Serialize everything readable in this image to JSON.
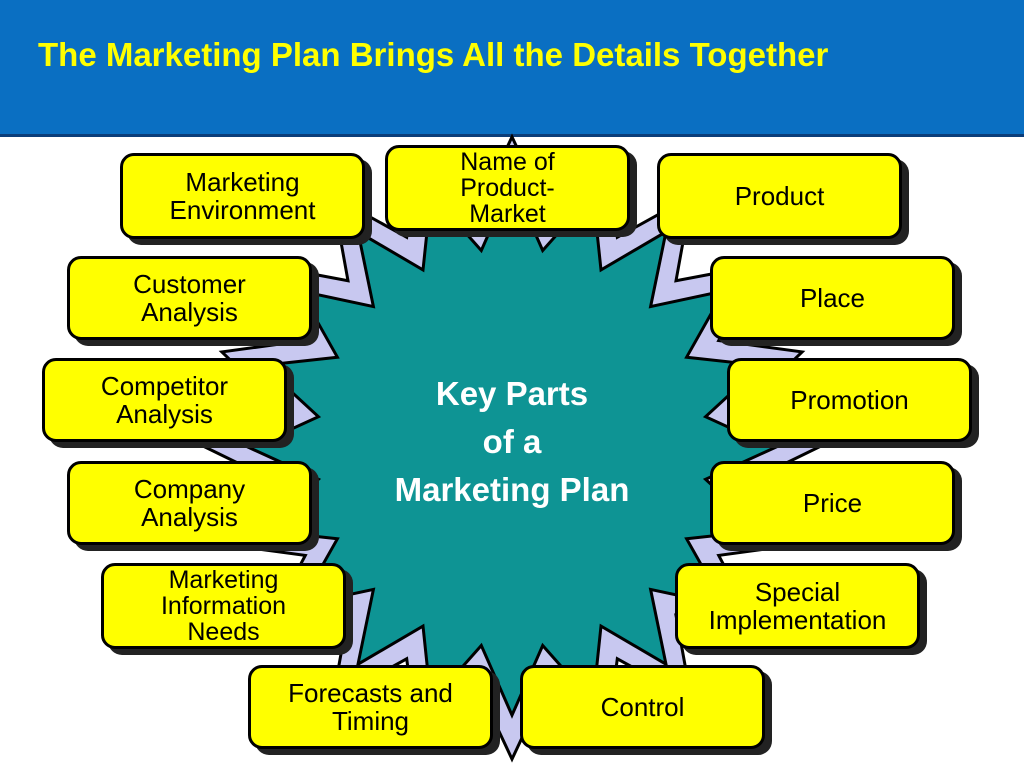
{
  "slide": {
    "title": "The Marketing Plan Brings All the Details Together",
    "center_label": [
      "Key Parts",
      "of a",
      "Marketing Plan"
    ],
    "colors": {
      "header_bg": "#0A6FC2",
      "title_text": "#FFFF00",
      "burst_fill": "#0E9494",
      "burst_outer": "#C8C8F0",
      "box_fill": "#FFFF00"
    }
  },
  "boxes": [
    {
      "id": "marketing-environment",
      "lines": [
        "Marketing",
        "Environment"
      ]
    },
    {
      "id": "name-of-product-market",
      "lines": [
        "Name of",
        "Product-",
        "Market"
      ]
    },
    {
      "id": "product",
      "lines": [
        "Product"
      ]
    },
    {
      "id": "customer-analysis",
      "lines": [
        "Customer",
        "Analysis"
      ]
    },
    {
      "id": "place",
      "lines": [
        "Place"
      ]
    },
    {
      "id": "competitor-analysis",
      "lines": [
        "Competitor",
        "Analysis"
      ]
    },
    {
      "id": "promotion",
      "lines": [
        "Promotion"
      ]
    },
    {
      "id": "company-analysis",
      "lines": [
        "Company",
        "Analysis"
      ]
    },
    {
      "id": "price",
      "lines": [
        "Price"
      ]
    },
    {
      "id": "marketing-information-needs",
      "lines": [
        "Marketing",
        "Information",
        "Needs"
      ]
    },
    {
      "id": "special-implementation",
      "lines": [
        "Special",
        "Implementation"
      ]
    },
    {
      "id": "forecasts-and-timing",
      "lines": [
        "Forecasts and",
        "Timing"
      ]
    },
    {
      "id": "control",
      "lines": [
        "Control"
      ]
    }
  ]
}
